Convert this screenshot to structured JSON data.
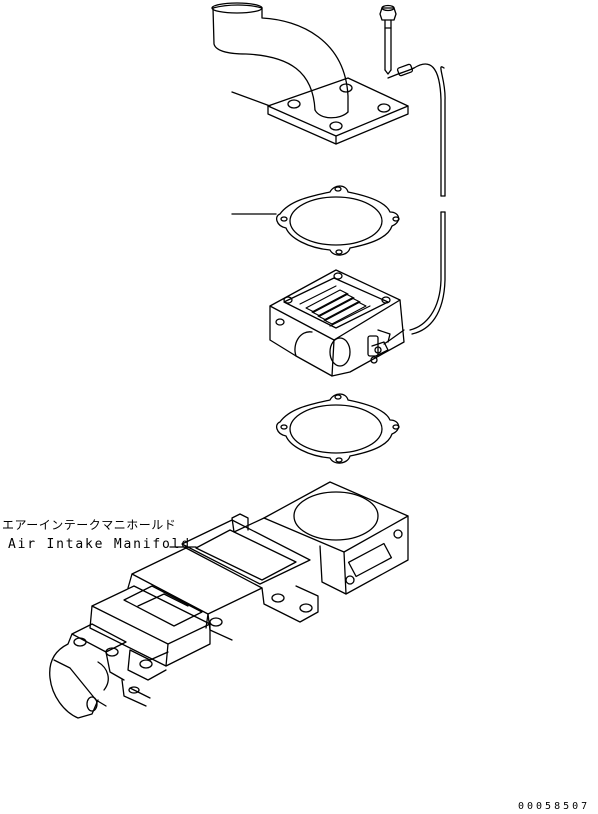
{
  "part_label": {
    "japanese": "エアーインテークマニホールド",
    "english": "Air Intake Manifold"
  },
  "drawing_number": "00058507",
  "colors": {
    "ink": "#000000",
    "paper": "#ffffff"
  }
}
